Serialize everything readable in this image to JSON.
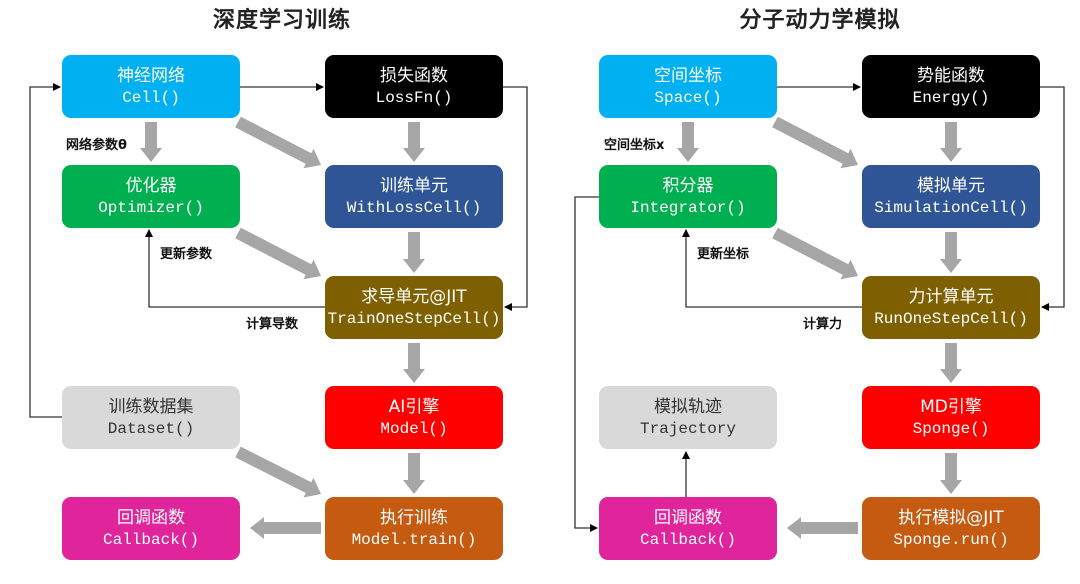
{
  "diagrams": [
    {
      "title": "深度学习训练",
      "nodes": {
        "cell": {
          "zh": "神经网络",
          "code": "Cell()",
          "color": "#00b0f0",
          "text_color": "#ffffff"
        },
        "loss": {
          "zh": "损失函数",
          "code": "LossFn()",
          "color": "#000000",
          "text_color": "#ffffff"
        },
        "optimizer": {
          "zh": "优化器",
          "code": "Optimizer()",
          "color": "#00b050",
          "text_color": "#ffffff"
        },
        "withloss": {
          "zh": "训练单元",
          "code": "WithLossCell()",
          "color": "#2f5597",
          "text_color": "#ffffff"
        },
        "grad": {
          "zh": "求导单元@JIT",
          "code": "TrainOneStepCell()",
          "color": "#7f6000",
          "text_color": "#ffffff"
        },
        "dataset": {
          "zh": "训练数据集",
          "code": "Dataset()",
          "color": "#d9d9d9",
          "text_color": "#333333"
        },
        "engine": {
          "zh": "AI引擎",
          "code": "Model()",
          "color": "#ff0000",
          "text_color": "#ffffff"
        },
        "callback": {
          "zh": "回调函数",
          "code": "Callback()",
          "color": "#e0249c",
          "text_color": "#ffffff"
        },
        "run": {
          "zh": "执行训练",
          "code": "Model.train()",
          "color": "#c55a11",
          "text_color": "#ffffff"
        }
      },
      "labels": {
        "params": "网络参数θ",
        "update": "更新参数",
        "compute": "计算导数"
      }
    },
    {
      "title": "分子动力学模拟",
      "nodes": {
        "cell": {
          "zh": "空间坐标",
          "code": "Space()",
          "color": "#00b0f0",
          "text_color": "#ffffff"
        },
        "loss": {
          "zh": "势能函数",
          "code": "Energy()",
          "color": "#000000",
          "text_color": "#ffffff"
        },
        "optimizer": {
          "zh": "积分器",
          "code": "Integrator()",
          "color": "#00b050",
          "text_color": "#ffffff"
        },
        "withloss": {
          "zh": "模拟单元",
          "code": "SimulationCell()",
          "color": "#2f5597",
          "text_color": "#ffffff"
        },
        "grad": {
          "zh": "力计算单元",
          "code": "RunOneStepCell()",
          "color": "#7f6000",
          "text_color": "#ffffff"
        },
        "dataset": {
          "zh": "模拟轨迹",
          "code": "Trajectory",
          "color": "#d9d9d9",
          "text_color": "#333333"
        },
        "engine": {
          "zh": "MD引擎",
          "code": "Sponge()",
          "color": "#ff0000",
          "text_color": "#ffffff"
        },
        "callback": {
          "zh": "回调函数",
          "code": "Callback()",
          "color": "#e0249c",
          "text_color": "#ffffff"
        },
        "run": {
          "zh": "执行模拟@JIT",
          "code": "Sponge.run()",
          "color": "#c55a11",
          "text_color": "#ffffff"
        }
      },
      "labels": {
        "params": "空间坐标x",
        "update": "更新坐标",
        "compute": "计算力"
      }
    }
  ]
}
